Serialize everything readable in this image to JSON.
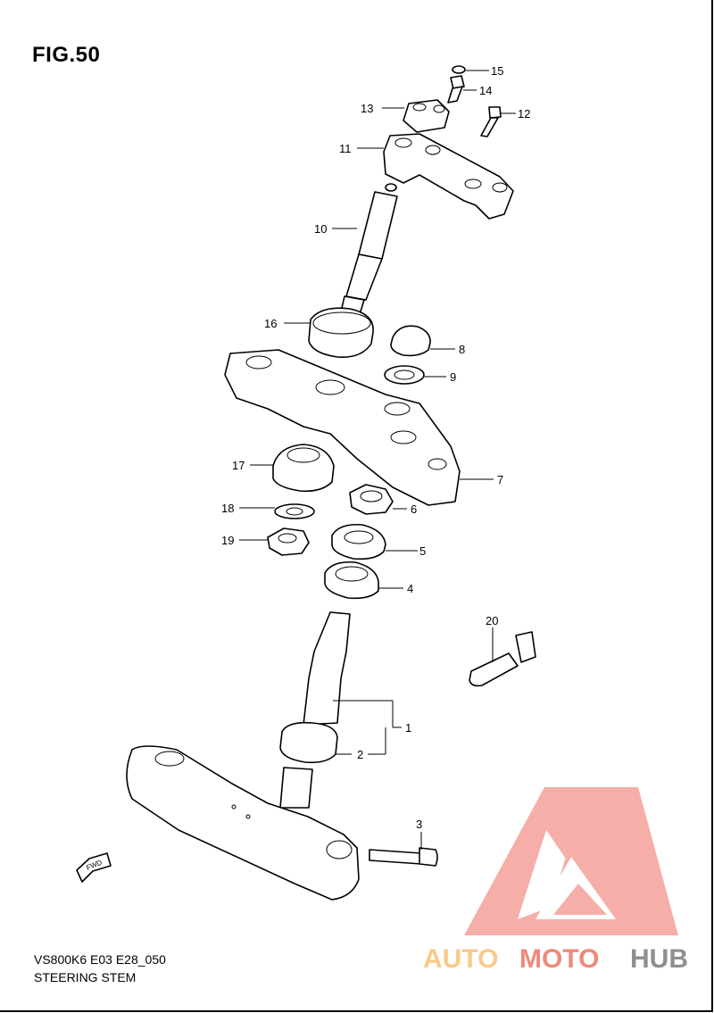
{
  "figure": {
    "title": "FIG.50",
    "model_code": "VS800K6 E03 E28_050",
    "section_name": "STEERING STEM"
  },
  "callouts": [
    "1",
    "2",
    "3",
    "4",
    "5",
    "6",
    "7",
    "8",
    "9",
    "10",
    "11",
    "12",
    "13",
    "14",
    "15",
    "16",
    "17",
    "18",
    "19",
    "20"
  ],
  "fwd_arrow_label": "FWD",
  "watermark": {
    "text_part1": "AUTO",
    "text_part2": "MOTO",
    "text_part3": "HUB",
    "color_light": "#f9c98a",
    "color_mid": "#ee8a7a",
    "color_dark": "#8f8f8f",
    "logo_color": "#f4a09a"
  }
}
